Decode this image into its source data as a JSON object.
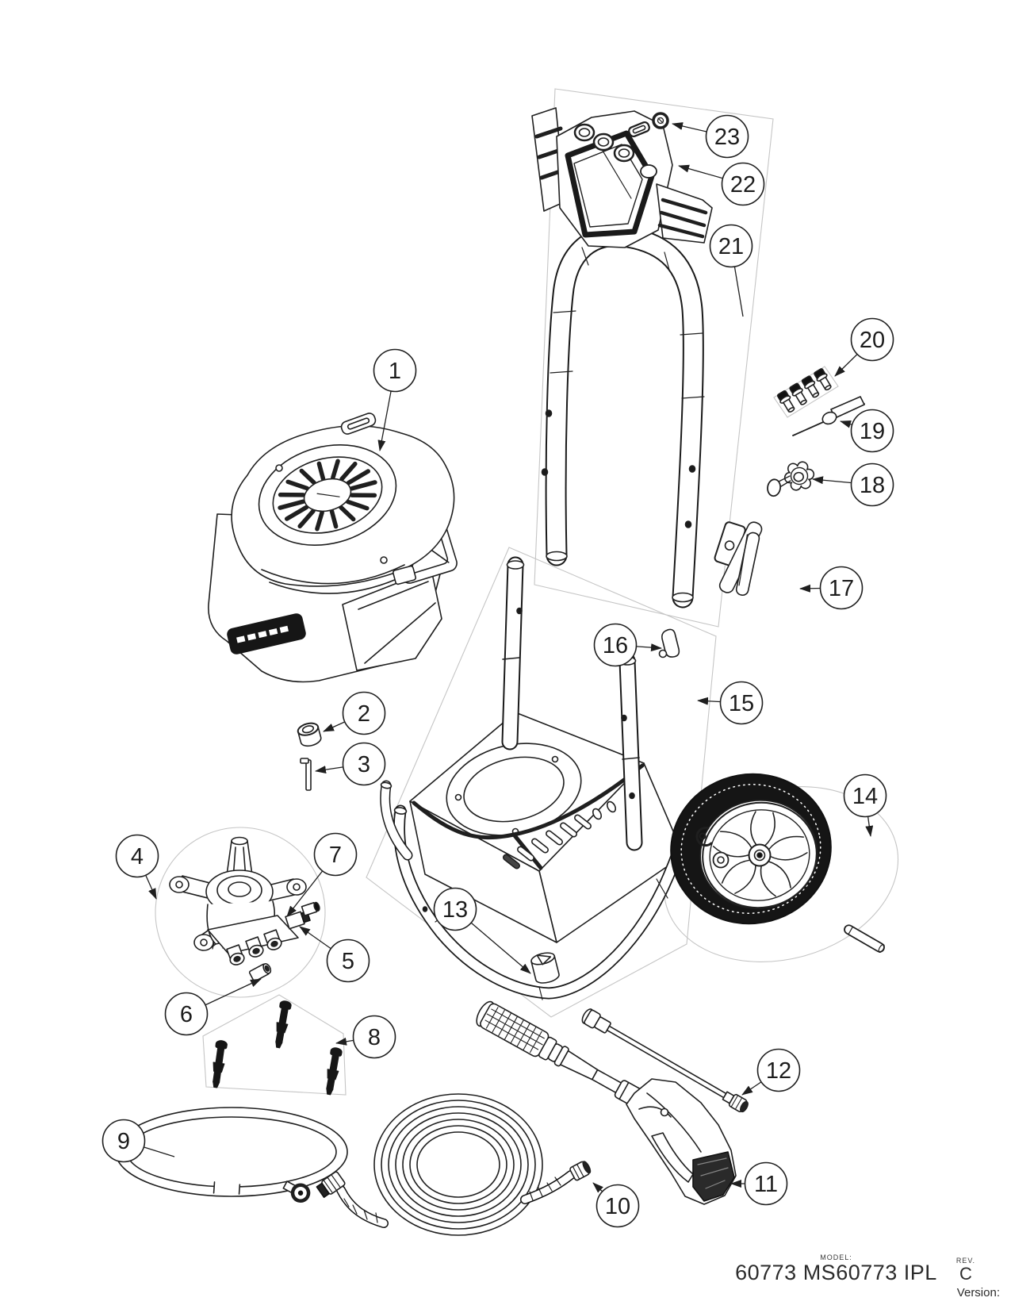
{
  "footer": {
    "model_label": "MODEL:",
    "model_value": "60773 MS60773 IPL",
    "rev_label": "REV.",
    "rev_value": "C",
    "version_label": "Version:"
  },
  "colors": {
    "ink": "#1f1f1f",
    "boundary": "#c5c5c5"
  },
  "callouts": {
    "numbers": [
      "1",
      "2",
      "3",
      "4",
      "5",
      "6",
      "7",
      "8",
      "9",
      "10",
      "11",
      "12",
      "13",
      "14",
      "15",
      "16",
      "17",
      "18",
      "19",
      "20",
      "21",
      "22",
      "23"
    ]
  }
}
